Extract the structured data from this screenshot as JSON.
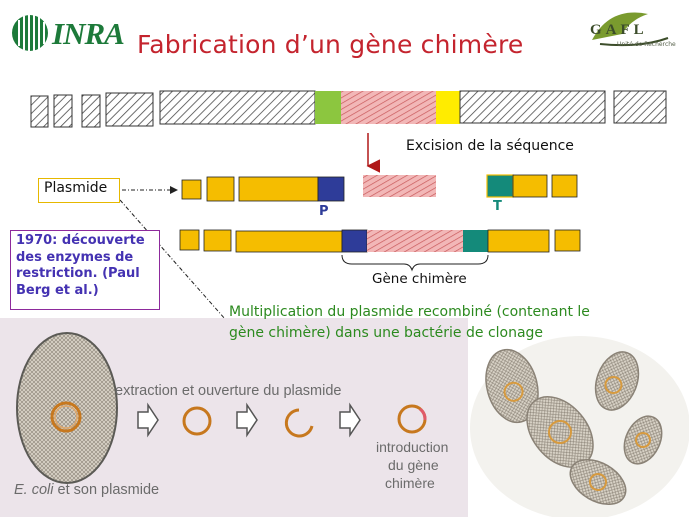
{
  "slide": {
    "title": "Fabrication d’un gène chimère",
    "logo_inra": "INRA",
    "logo_gafl": "GAFL",
    "logo_gafl_sub": "Unité de Recherche",
    "excision_label": "Excision de la séquence",
    "plasmide_label": "Plasmide",
    "promoter_label": "P",
    "terminator_label": "T",
    "gene_label": "Gène chimère",
    "note_lines": [
      "1970: découverte",
      "des enzymes de",
      "restriction. (Paul",
      "Berg et al.)"
    ],
    "multiplication_lines": [
      "Multiplication du plasmide recombiné (contenant le",
      "gène chimère) dans une bactérie de clonage"
    ]
  },
  "book_figure": {
    "extraction_label": "extraction et ouverture du plasmide",
    "introduction_lines": [
      "introduction",
      "du gène",
      "chimère"
    ],
    "ecoli_species": "E. coli",
    "ecoli_suffix": " et son plasmide"
  },
  "colors": {
    "title": "#c4242e",
    "inra_green": "#1d7a3a",
    "promoter": "#2e3c99",
    "terminator": "#148a7a",
    "plasmid_segments": "#f5bd00",
    "left_marker": "#8cc63f",
    "right_marker": "#ffec00",
    "gene_sequence": "#e28a8a",
    "note_text": "#4432b2",
    "note_border": "#8d2a9c",
    "multiplication_text": "#2c8a1f"
  }
}
